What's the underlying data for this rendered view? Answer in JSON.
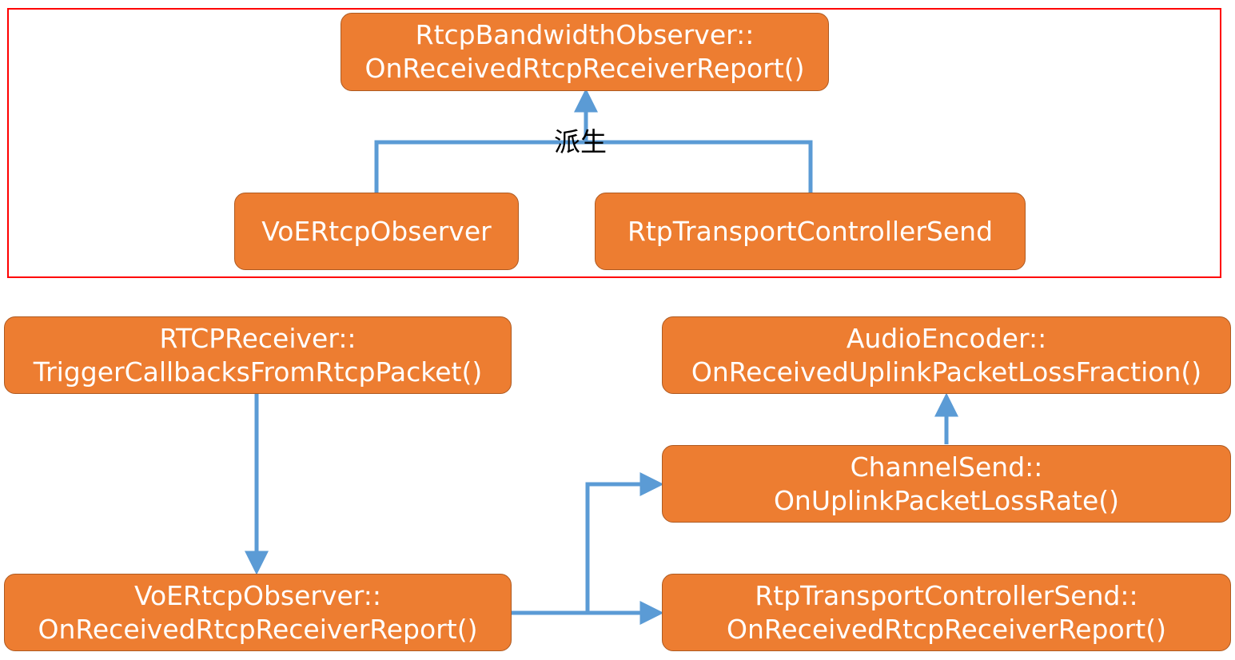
{
  "colors": {
    "box_fill": "#ed7d31",
    "box_border": "#ae5a21",
    "box_text": "#ffffff",
    "connector": "#5b9bd5",
    "frame_border": "#ff0000",
    "label_text": "#000000"
  },
  "top_group": {
    "base_class": {
      "line1": "RtcpBandwidthObserver::",
      "line2": "OnReceivedRtcpReceiverReport()"
    },
    "derive_label": "派生",
    "derived_left": "VoERtcpObserver",
    "derived_right": "RtpTransportControllerSend"
  },
  "flow": {
    "rtcp_receiver": {
      "line1": "RTCPReceiver::",
      "line2": "TriggerCallbacksFromRtcpPacket()"
    },
    "voe_observer": {
      "line1": "VoERtcpObserver::",
      "line2": "OnReceivedRtcpReceiverReport()"
    },
    "channel_send": {
      "line1": "ChannelSend::",
      "line2": "OnUplinkPacketLossRate()"
    },
    "audio_encoder": {
      "line1": "AudioEncoder::",
      "line2": "OnReceivedUplinkPacketLossFraction()"
    },
    "transport_controller": {
      "line1": "RtpTransportControllerSend::",
      "line2": "OnReceivedRtcpReceiverReport()"
    }
  }
}
